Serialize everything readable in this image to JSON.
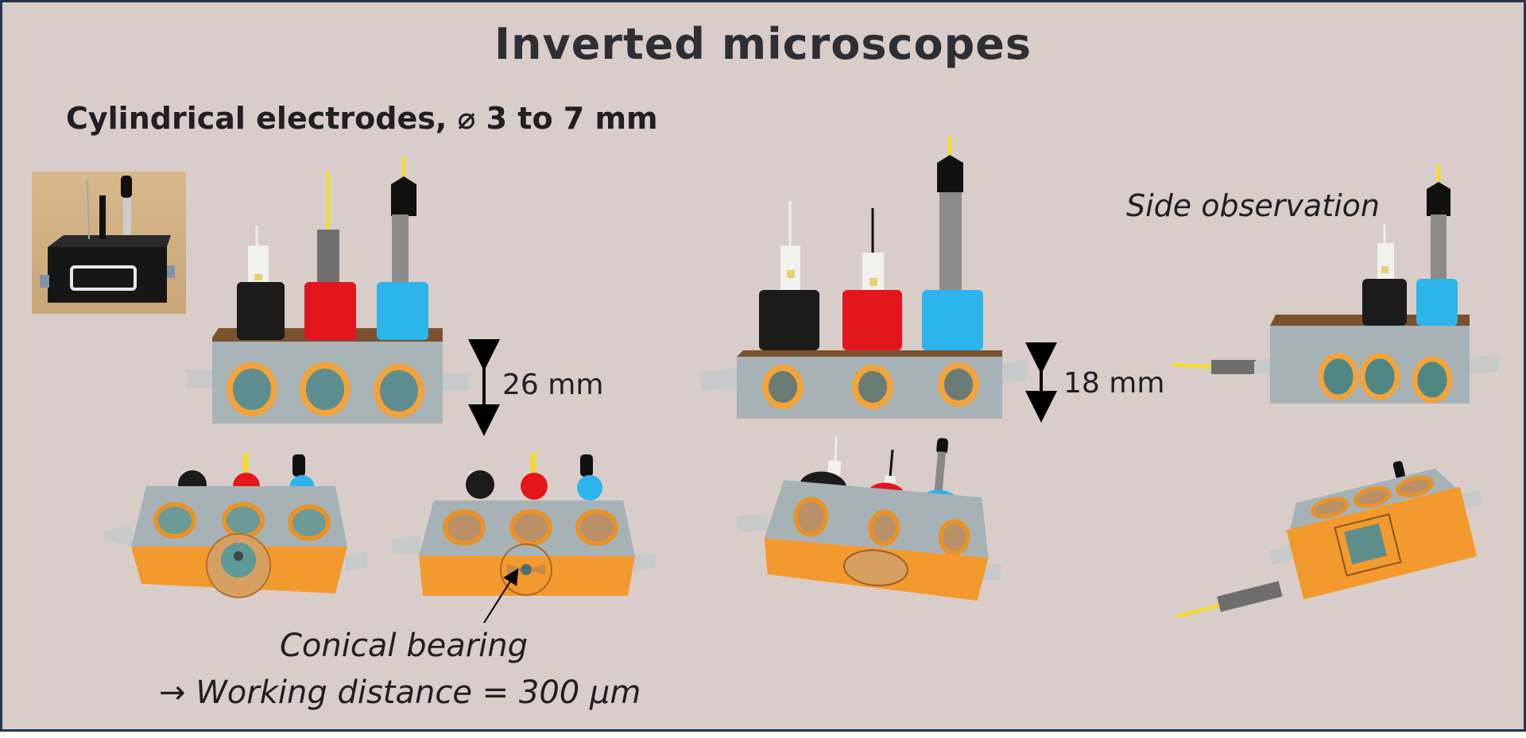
{
  "title": "Inverted microscopes",
  "subtitle": "Cylindrical electrodes, ⌀ 3 to 7 mm",
  "dimensions": {
    "cell_1_height": "26 mm",
    "cell_2_height": "18 mm"
  },
  "labels": {
    "side_observation": "Side observation",
    "conical_bearing": "Conical bearing",
    "working_distance": "→ Working distance = 300 µm"
  },
  "colors": {
    "background": "#d9cdc9",
    "frame": "#243552",
    "orange": "#f39a2e",
    "red": "#e3161c",
    "cyan": "#2bb5ea"
  }
}
